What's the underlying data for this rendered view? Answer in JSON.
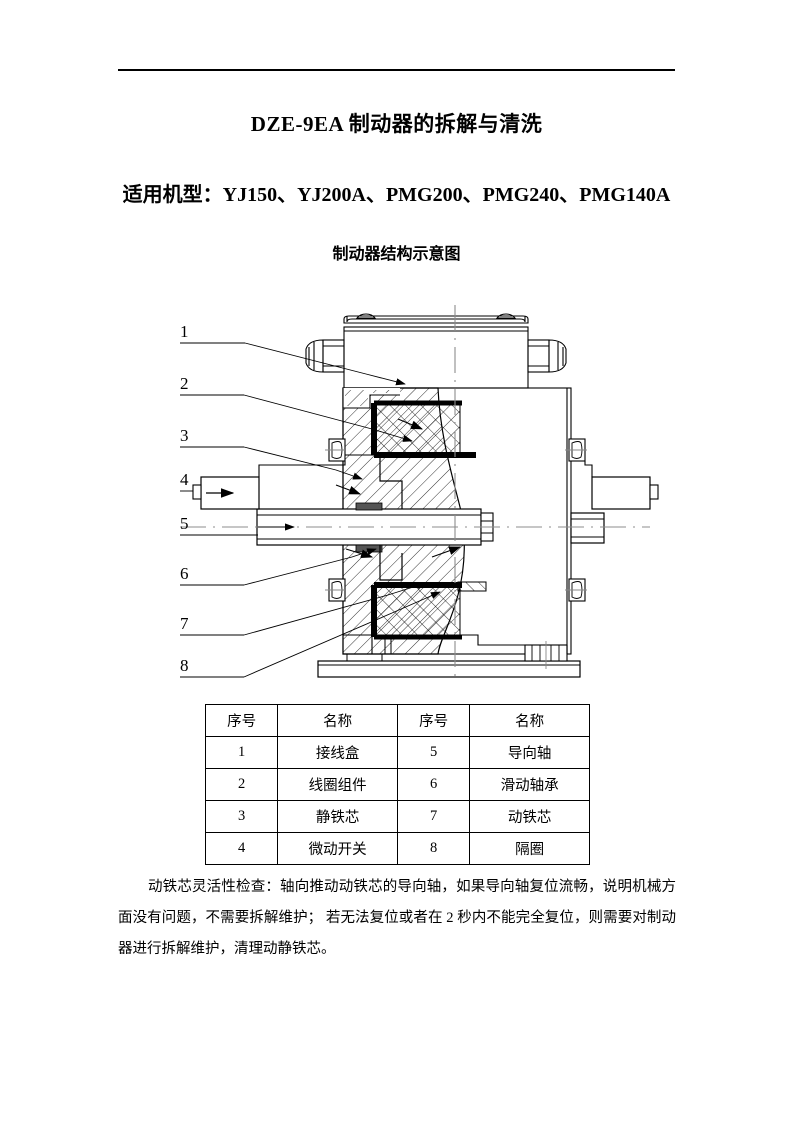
{
  "document": {
    "title": "DZE-9EA 制动器的拆解与清洗",
    "subtitle": "适用机型：YJ150、YJ200A、PMG200、PMG240、PMG140A",
    "figure_caption": "制动器结构示意图"
  },
  "diagram": {
    "name": "brake-assembly-cross-section",
    "callouts": [
      {
        "number": "1",
        "part": "接线盒"
      },
      {
        "number": "2",
        "part": "线圈组件"
      },
      {
        "number": "3",
        "part": "静铁芯"
      },
      {
        "number": "4",
        "part": "微动开关"
      },
      {
        "number": "5",
        "part": "导向轴"
      },
      {
        "number": "6",
        "part": "滑动轴承"
      },
      {
        "number": "7",
        "part": "动铁芯"
      },
      {
        "number": "8",
        "part": "隔圈"
      }
    ]
  },
  "parts_table": {
    "headers": [
      "序号",
      "名称",
      "序号",
      "名称"
    ],
    "rows": [
      [
        "1",
        "接线盒",
        "5",
        "导向轴"
      ],
      [
        "2",
        "线圈组件",
        "6",
        "滑动轴承"
      ],
      [
        "3",
        "静铁芯",
        "7",
        "动铁芯"
      ],
      [
        "4",
        "微动开关",
        "8",
        "隔圈"
      ]
    ]
  },
  "body": {
    "paragraph": "动铁芯灵活性检查：轴向推动动铁芯的导向轴，如果导向轴复位流畅，说明机械方面没有问题，不需要拆解维护； 若无法复位或者在 2 秒内不能完全复位，则需要对制动器进行拆解维护，清理动静铁芯。"
  },
  "colors": {
    "ink": "#000000",
    "paper": "#ffffff",
    "centerline": "#8c8c8c"
  }
}
